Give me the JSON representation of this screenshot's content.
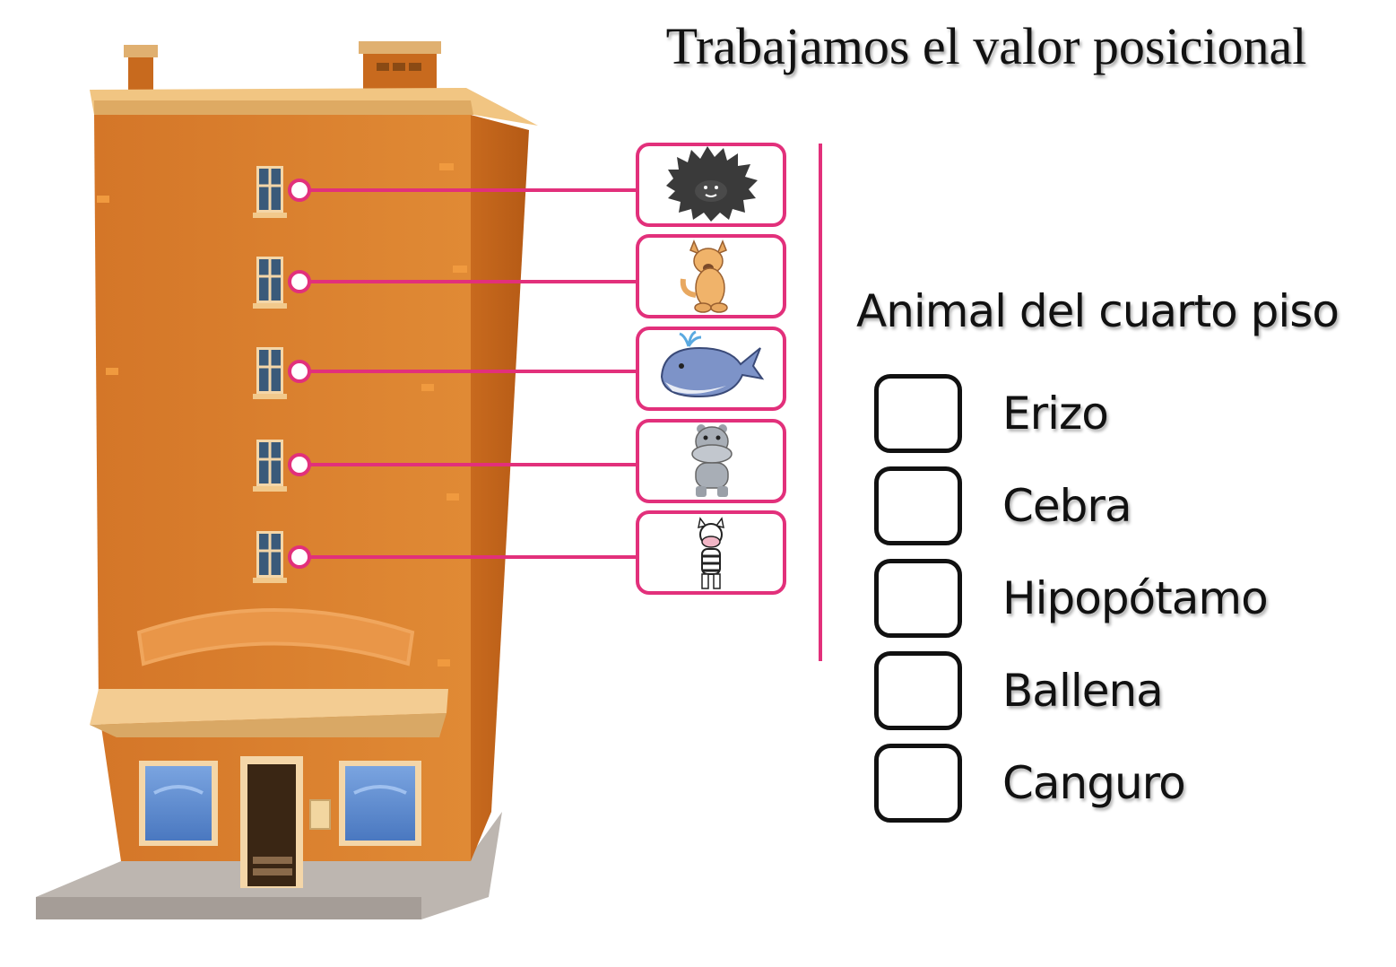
{
  "title": "Trabajamos el valor posicional",
  "question": "Animal del cuarto piso",
  "floor_animals": [
    {
      "icon": "hedgehog-icon"
    },
    {
      "icon": "kangaroo-icon"
    },
    {
      "icon": "whale-icon"
    },
    {
      "icon": "hippo-icon"
    },
    {
      "icon": "zebra-icon"
    }
  ],
  "options": [
    {
      "label": "Erizo",
      "checked": false
    },
    {
      "label": "Cebra",
      "checked": false
    },
    {
      "label": "Hipopótamo",
      "checked": false
    },
    {
      "label": "Ballena",
      "checked": false
    },
    {
      "label": "Canguro",
      "checked": false
    }
  ],
  "colors": {
    "building": "#d97a2b",
    "building_side": "#c5661c",
    "connector": "#e2307b",
    "window": "#5a86c9",
    "roof": "#f0c27e"
  }
}
